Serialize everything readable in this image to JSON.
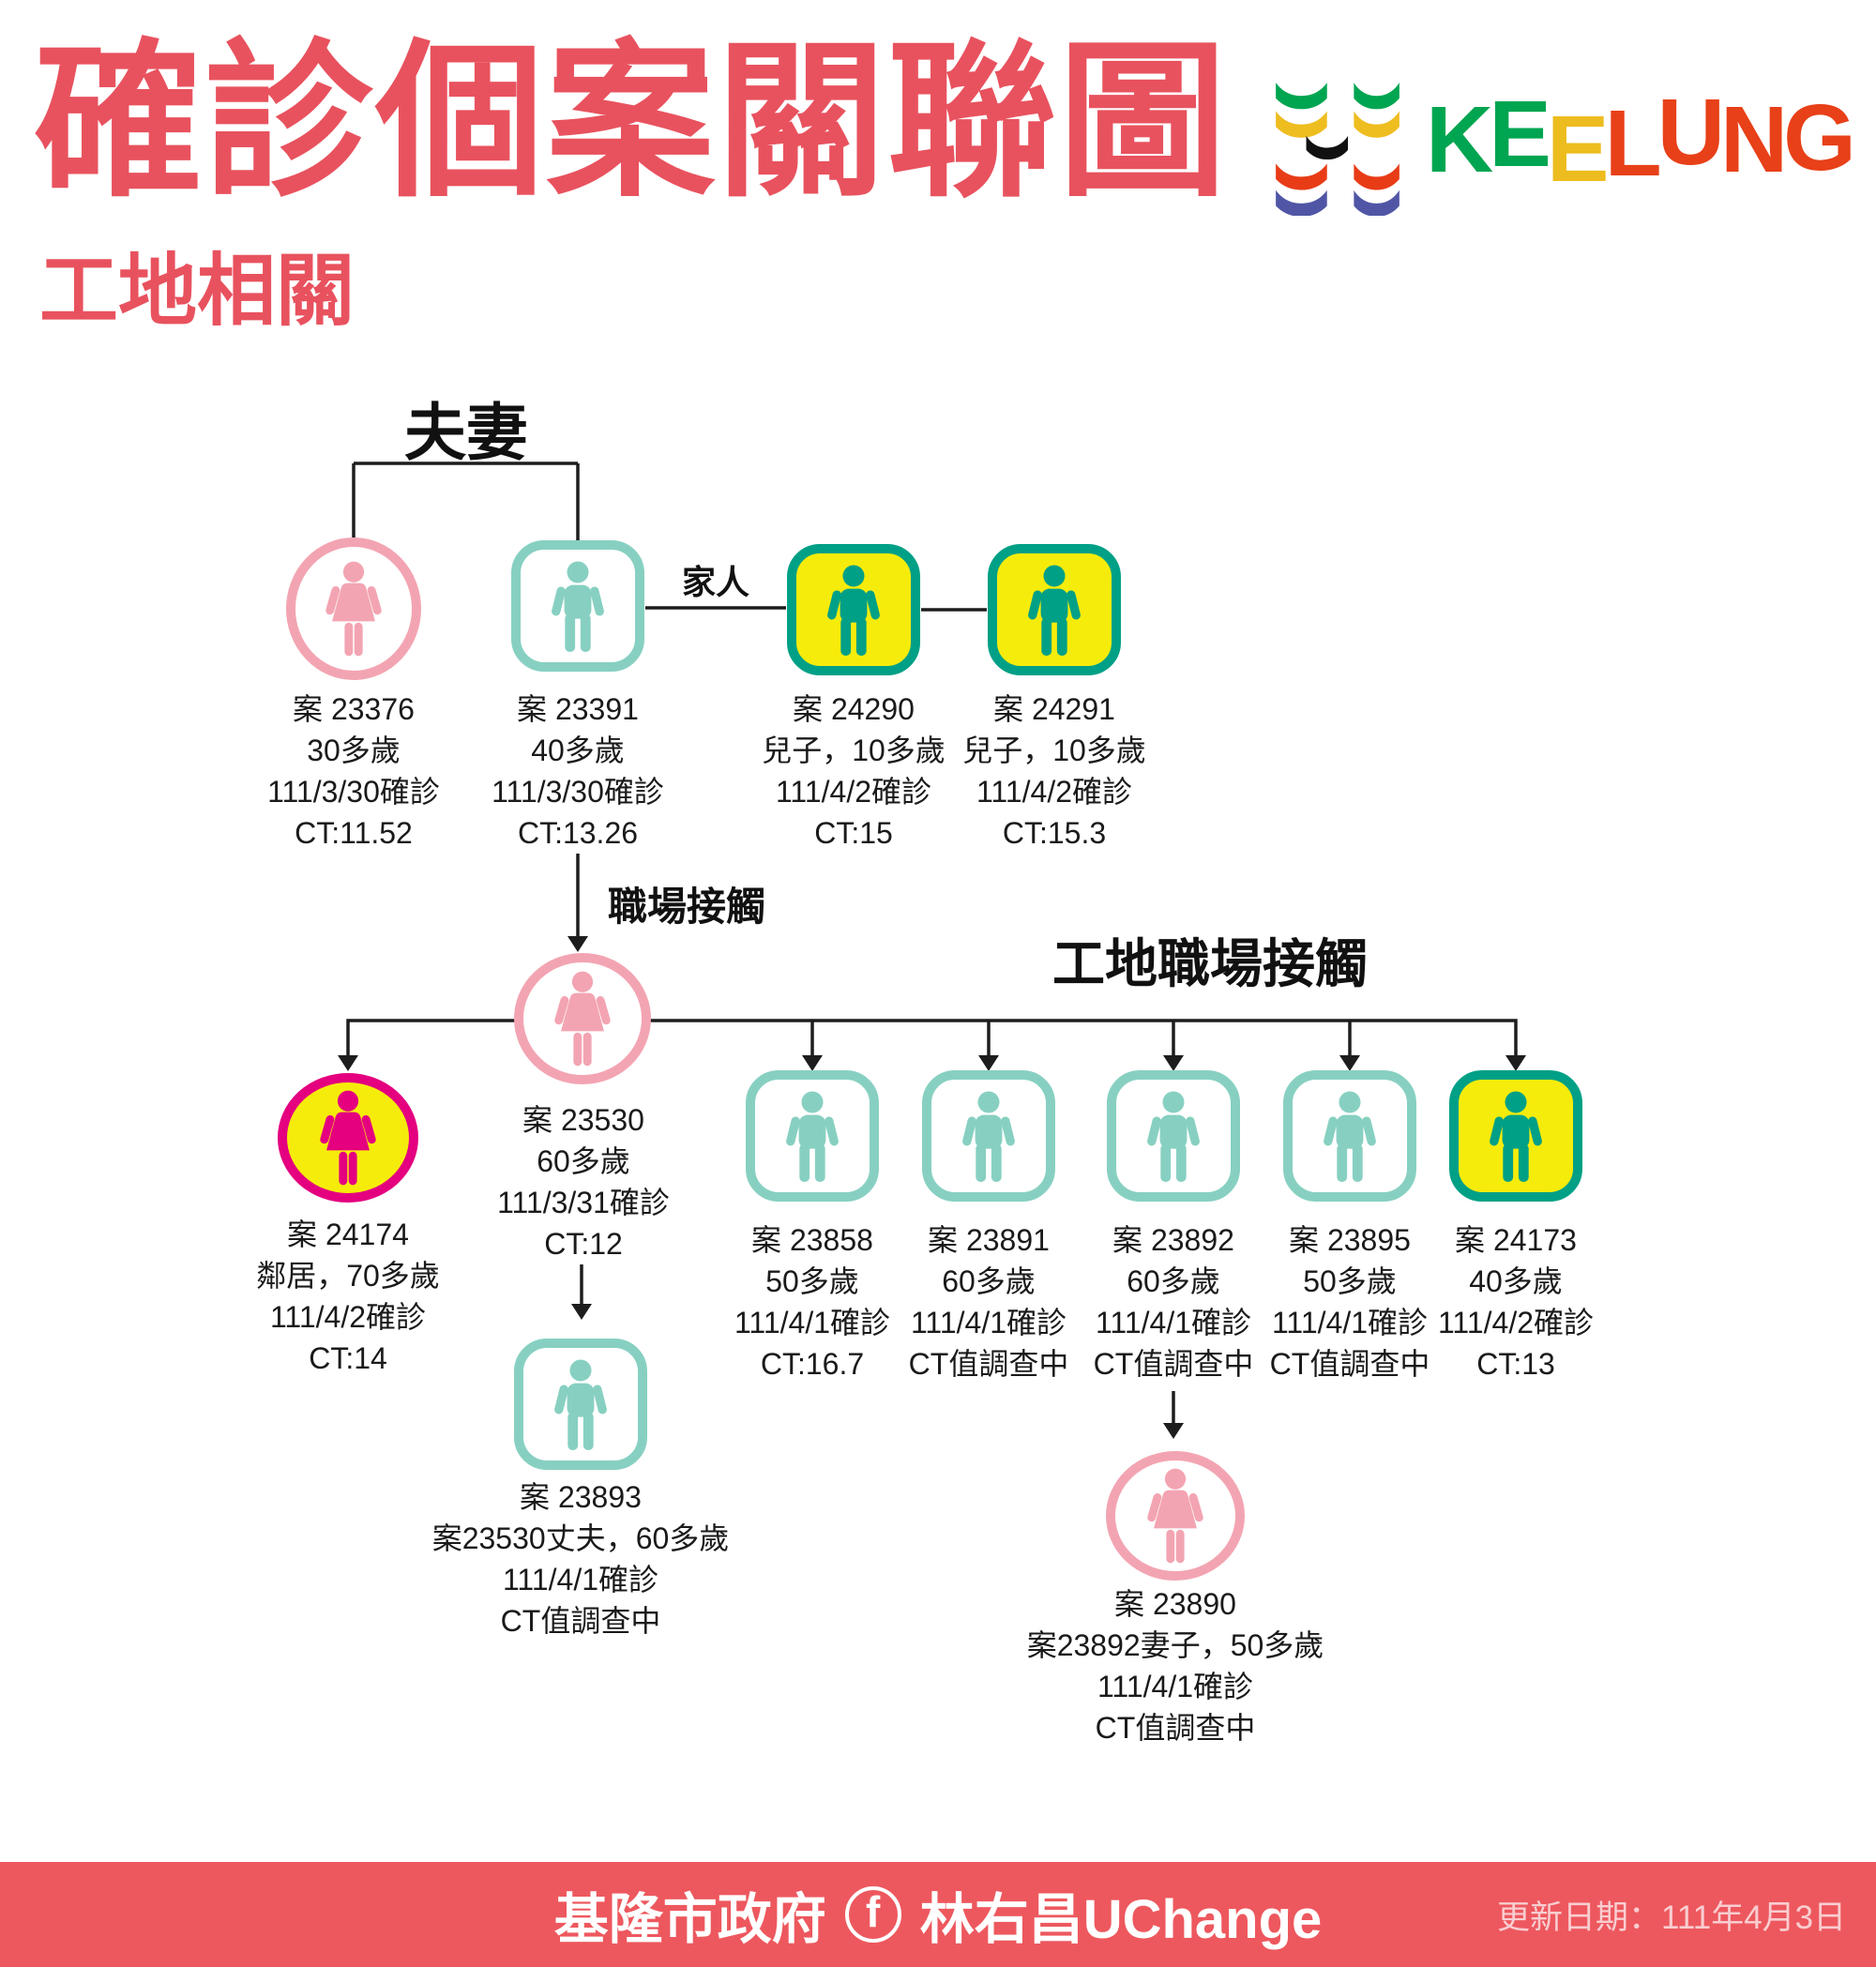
{
  "header": {
    "title": "確診個案關聯圖",
    "subtitle": "工地相關",
    "brand": "KEELUNG",
    "brand_letters": [
      {
        "ch": "K",
        "style": "color:#00a551"
      },
      {
        "ch": "E",
        "style": "color:#00a551;transform:translateY(-6px)"
      },
      {
        "ch": "E",
        "style": "color:#edbc1e;transform:translateY(10px)"
      },
      {
        "ch": "L",
        "style": "color:#e84018;transform:translateY(4px)"
      },
      {
        "ch": "U",
        "style": "color:#e84018;transform:translateY(-8px)"
      },
      {
        "ch": "N",
        "style": "color:#e84018"
      },
      {
        "ch": "G",
        "style": "color:#e84018;transform:translateY(-2px)"
      }
    ]
  },
  "relations": {
    "couple": "夫妻",
    "family": "家人",
    "workplace": "職場接觸",
    "site_workplace": "工地職場接觸"
  },
  "nodes": [
    {
      "case": "案 23376",
      "info": "30多歲",
      "date": "111/3/30確診",
      "ct": "CT:11.52"
    },
    {
      "case": "案 23391",
      "info": "40多歲",
      "date": "111/3/30確診",
      "ct": "CT:13.26"
    },
    {
      "case": "案 24290",
      "info": "兒子，10多歲",
      "date": "111/4/2確診",
      "ct": "CT:15"
    },
    {
      "case": "案 24291",
      "info": "兒子，10多歲",
      "date": "111/4/2確診",
      "ct": "CT:15.3"
    },
    {
      "case": "案 23530",
      "info": "60多歲",
      "date": "111/3/31確診",
      "ct": "CT:12"
    },
    {
      "case": "案 24174",
      "info": "鄰居，70多歲",
      "date": "111/4/2確診",
      "ct": "CT:14"
    },
    {
      "case": "案 23858",
      "info": "50多歲",
      "date": "111/4/1確診",
      "ct": "CT:16.7"
    },
    {
      "case": "案 23891",
      "info": "60多歲",
      "date": "111/4/1確診",
      "ct": "CT值調查中"
    },
    {
      "case": "案 23892",
      "info": "60多歲",
      "date": "111/4/1確診",
      "ct": "CT值調查中"
    },
    {
      "case": "案 23895",
      "info": "50多歲",
      "date": "111/4/1確診",
      "ct": "CT值調查中"
    },
    {
      "case": "案 24173",
      "info": "40多歲",
      "date": "111/4/2確診",
      "ct": "CT:13"
    },
    {
      "case": "案 23893",
      "info": "案23530丈夫，60多歲",
      "date": "111/4/1確診",
      "ct": "CT值調查中"
    },
    {
      "case": "案 23890",
      "info": "案23892妻子，50多歲",
      "date": "111/4/1確診",
      "ct": "CT值調查中"
    }
  ],
  "footer": {
    "org": "基隆市政府",
    "fb": "f",
    "account": "林右昌UChange",
    "updated": "更新日期：111年4月3日"
  },
  "colors": {
    "title_red": "#e8525e",
    "footer_red": "#ed585e",
    "footer_date_text": "#f9cdd0",
    "teal_light": "#87d0c1",
    "teal_dark": "#00a086",
    "case_yellow": "#f6ec0c",
    "pink_light": "#f3a4b2",
    "magenta": "#e4007f",
    "wire_black": "#1d1d1d",
    "logo_green": "#00a551",
    "logo_yellow": "#eebd20",
    "logo_red": "#e83c17",
    "logo_blue": "#5056a5",
    "logo_black": "#111111"
  }
}
